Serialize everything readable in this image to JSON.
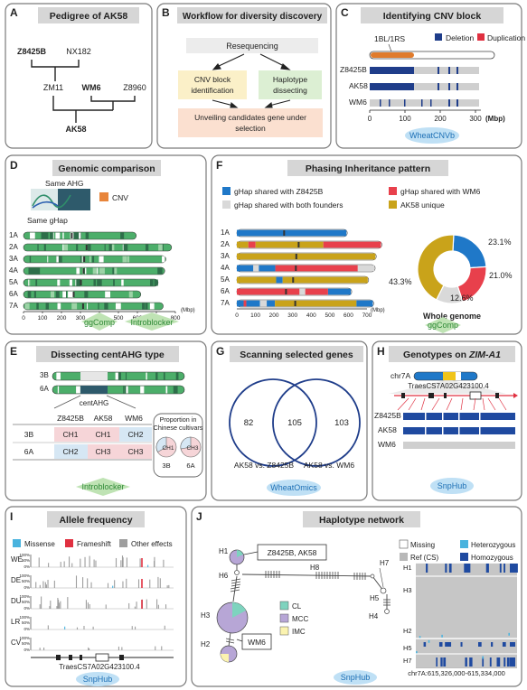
{
  "panels": {
    "A": {
      "letter": "A",
      "title": "Pedigree of AK58",
      "nodes": {
        "z8425b": "Z8425B",
        "nx182": "NX182",
        "zm11": "ZM11",
        "wm6": "WM6",
        "z8960": "Z8960",
        "ak58": "AK58"
      }
    },
    "B": {
      "letter": "B",
      "title": "Workflow for diversity discovery",
      "steps": {
        "reseq": "Resequencing",
        "cnv_l1": "CNV block",
        "cnv_l2": "identification",
        "hap_l1": "Haplotype",
        "hap_l2": "dissecting",
        "unv_l1": "Unveiling candidates gene under",
        "unv_l2": "selection"
      }
    },
    "C": {
      "letter": "C",
      "title": "Identifying CNV block",
      "marker": "1BL/1RS",
      "legend": {
        "del": "Deletion",
        "dup": "Duplication"
      },
      "rows": [
        "Z8425B",
        "AK58",
        "WM6"
      ],
      "ticks": [
        "0",
        "100",
        "200",
        "300"
      ],
      "unit": "(Mbp)",
      "tool": "WheatCNVb",
      "colors": {
        "deletion": "#1f3d8a",
        "duplication": "#e03040"
      }
    },
    "D": {
      "letter": "D",
      "title": "Genomic comparison",
      "inset": {
        "same_ahg": "Same AHG",
        "same_ghap": "Same gHap",
        "cnv": "CNV"
      },
      "chroms": [
        "1A",
        "2A",
        "3A",
        "4A",
        "5A",
        "6A",
        "7A"
      ],
      "ticks": [
        "0",
        "100",
        "200",
        "300",
        "400",
        "500",
        "600",
        "700",
        "800"
      ],
      "unit": "(Mbp)",
      "tools": {
        "t1": "ggComp",
        "t2": "Introblocker"
      }
    },
    "E": {
      "letter": "E",
      "title": "Dissecting centAHG type",
      "chr1": "3B",
      "chr2": "6A",
      "cent": "centAHG",
      "cols": [
        "Z8425B",
        "AK58",
        "WM6"
      ],
      "rows": [
        {
          "label": "3B",
          "cells": [
            "CH1",
            "CH1",
            "CH2"
          ]
        },
        {
          "label": "6A",
          "cells": [
            "CH2",
            "CH3",
            "CH3"
          ]
        }
      ],
      "prop_l1": "Proportion in",
      "prop_l2": "Chinese cultivars",
      "pie1": {
        "slice": "CH1",
        "label": "3B"
      },
      "pie2": {
        "slice": "CH3",
        "label": "6A"
      },
      "tool": "Introblocker"
    },
    "F": {
      "letter": "F",
      "title": "Phasing Inheritance pattern",
      "legend": {
        "z": "gHap shared with Z8425B",
        "w": "gHap shared with WM6",
        "both": "gHap shared with both founders",
        "uniq": "AK58 unique"
      },
      "chroms": [
        "1A",
        "2A",
        "3A",
        "4A",
        "5A",
        "6A",
        "7A"
      ],
      "ticks": [
        "0",
        "100",
        "200",
        "300",
        "400",
        "500",
        "600",
        "700"
      ],
      "unit": "(Mbp)",
      "donut": {
        "values": [
          23.1,
          21.0,
          12.6,
          43.3
        ],
        "labels": [
          "23.1%",
          "21.0%",
          "12.6%",
          "43.3%"
        ],
        "colors": [
          "#1f78c8",
          "#e8404c",
          "#d9d9d9",
          "#c9a31a"
        ],
        "caption": "Whole genome"
      },
      "tool": "ggComp"
    },
    "G": {
      "letter": "G",
      "title": "Scanning selected genes",
      "left": "82",
      "mid": "105",
      "right": "103",
      "lab1": "AK58 vs. Z8425B",
      "lab2": "AK58 vs. WM6",
      "tool": "WheatOmics"
    },
    "H": {
      "letter": "H",
      "title_prefix": "Genotypes on ",
      "title_gene": "ZIM-A1",
      "chr": "chr7A",
      "gene": "TraesCS7A02G423100.4",
      "rows": [
        "Z8425B",
        "AK58",
        "WM6"
      ],
      "tool": "SnpHub"
    },
    "I": {
      "letter": "I",
      "title": "Allele frequency",
      "legend": {
        "mis": "Missense",
        "fs": "Frameshift",
        "oth": "Other effects"
      },
      "rows": [
        "WE",
        "DE",
        "DU",
        "LR",
        "CV"
      ],
      "ytick_top": "100%",
      "ytick_mid": "50%",
      "ytick_bot": "0%",
      "gene": "TraesCS7A02G423100.4",
      "tool": "SnpHub"
    },
    "J": {
      "letter": "J",
      "title": "Haplotype network",
      "nodes": {
        "h1": "H1",
        "h2": "H2",
        "h3": "H3",
        "h4": "H4",
        "h5": "H5",
        "h6": "H6",
        "h7": "H7",
        "h8": "H8"
      },
      "callout1": "Z8425B, AK58",
      "callout2": "WM6",
      "groups": {
        "cl": "CL",
        "mcc": "MCC",
        "imc": "IMC"
      },
      "hm_legend": {
        "miss": "Missing",
        "het": "Heterozygous",
        "ref": "Ref (CS)",
        "hom": "Homozygous"
      },
      "hm_rows": [
        "H1",
        "H3",
        "H2",
        "H5",
        "H7"
      ],
      "coord": "chr7A:615,326,000-615,334,000",
      "tool": "SnpHub"
    }
  }
}
